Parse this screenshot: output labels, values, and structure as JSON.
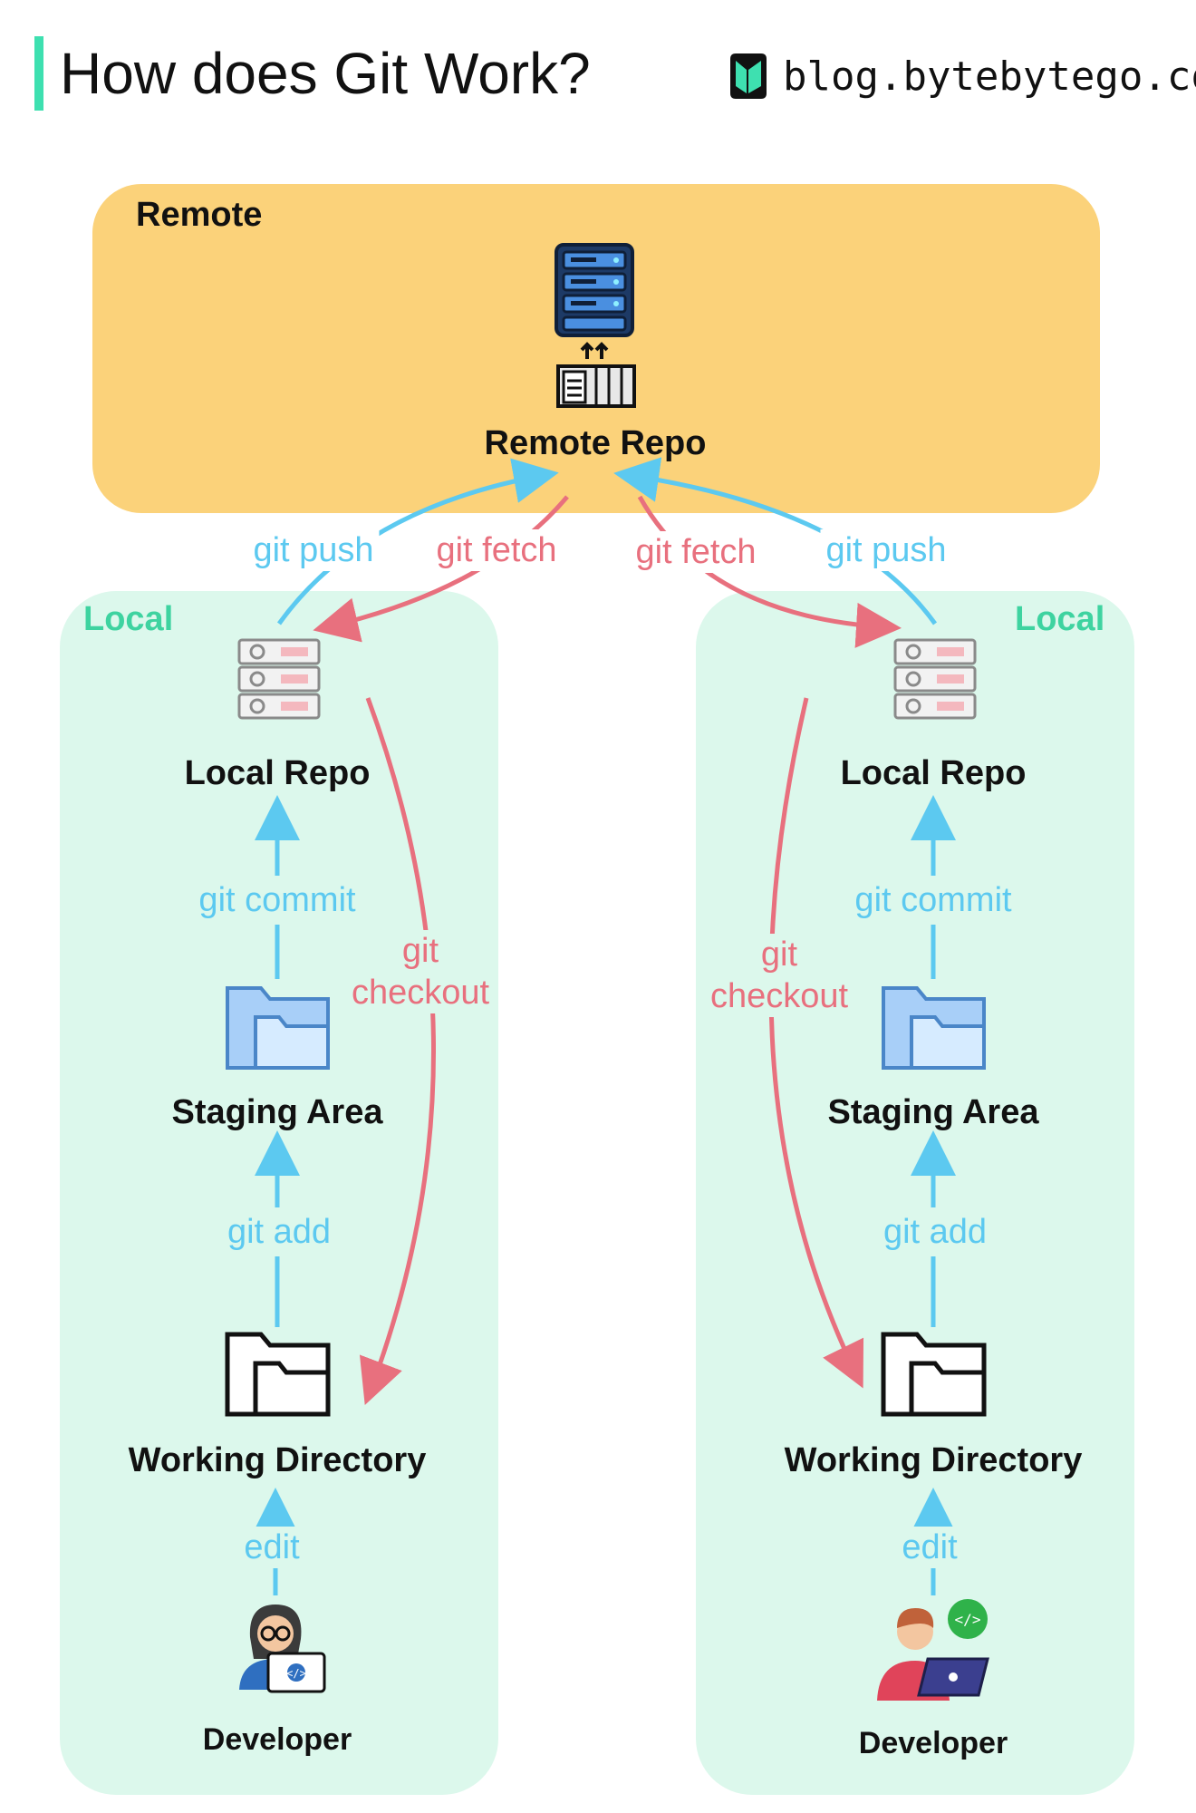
{
  "header": {
    "title": "How does Git Work?",
    "brand": "blog.bytebytego.com"
  },
  "remote": {
    "section_label": "Remote",
    "repo_label": "Remote Repo"
  },
  "locals": [
    {
      "section_label": "Local",
      "local_repo": "Local Repo",
      "staging_area": "Staging Area",
      "working_directory": "Working Directory",
      "developer": "Developer",
      "commands": {
        "push": "git push",
        "fetch": "git fetch",
        "commit": "git commit",
        "add": "git add",
        "checkout_1": "git",
        "checkout_2": "checkout",
        "edit": "edit"
      }
    },
    {
      "section_label": "Local",
      "local_repo": "Local Repo",
      "staging_area": "Staging Area",
      "working_directory": "Working Directory",
      "developer": "Developer",
      "commands": {
        "push": "git push",
        "fetch": "git fetch",
        "commit": "git commit",
        "add": "git add",
        "checkout_1": "git",
        "checkout_2": "checkout",
        "edit": "edit"
      }
    }
  ],
  "colors": {
    "accent_bar": "#3ee0b0",
    "remote_bg": "#fbd27a",
    "local_bg": "#dcf8ec",
    "local_label": "#3ed3a0",
    "blue_arrow": "#5cc9f0",
    "red_arrow": "#e8707e"
  },
  "icons": [
    "logo-icon",
    "server-icon",
    "repo-upload-icon",
    "local-repo-icon",
    "staging-folder-icon",
    "working-folder-icon",
    "developer-female-icon",
    "developer-male-icon",
    "code-bubble-icon"
  ]
}
